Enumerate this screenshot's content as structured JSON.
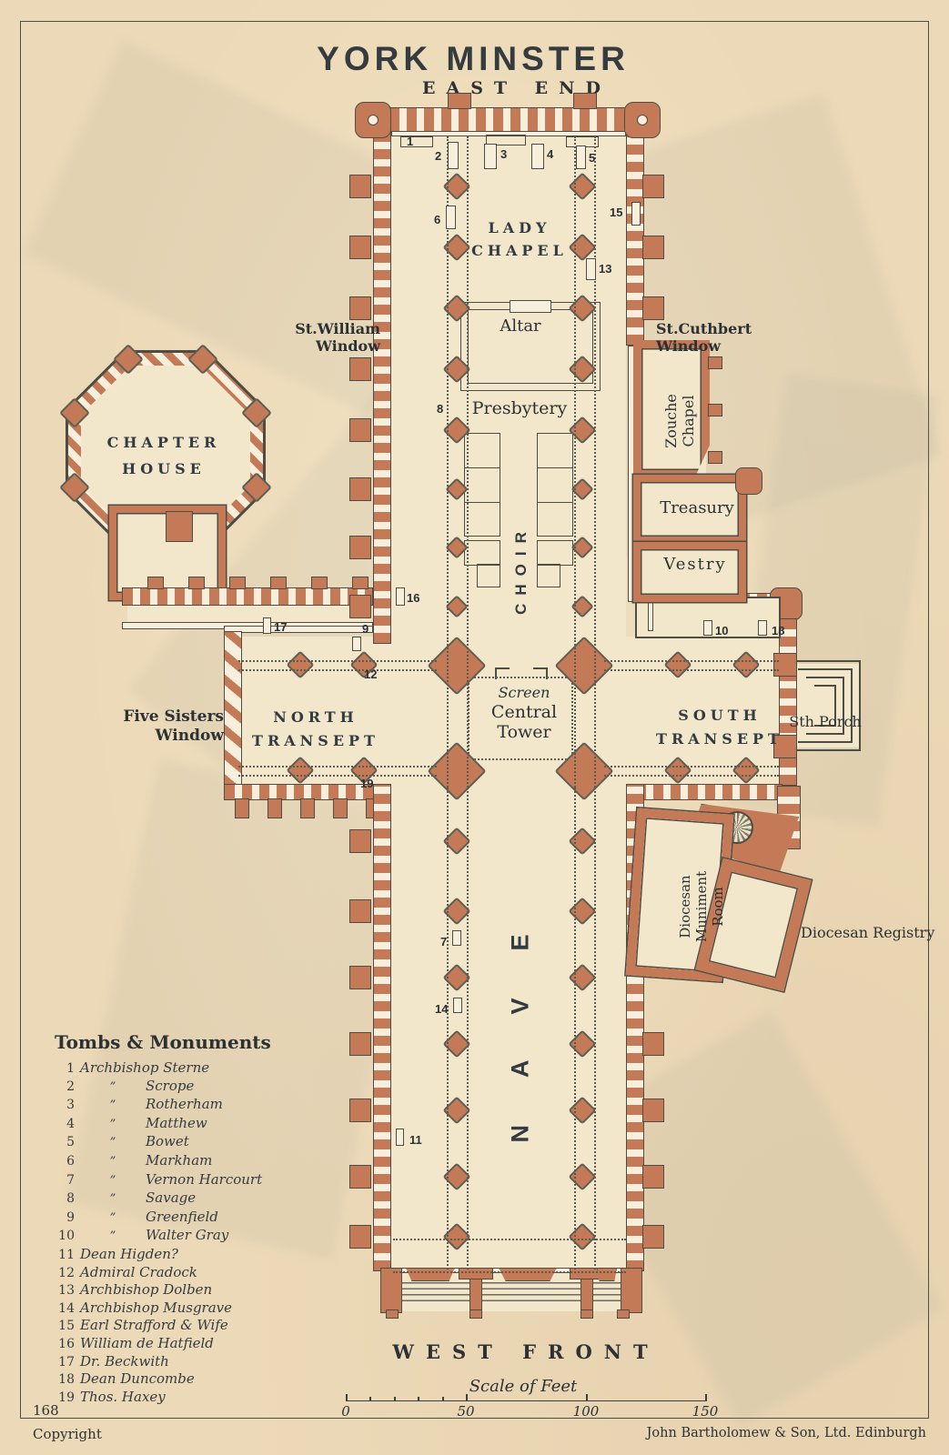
{
  "title": "YORK MINSTER",
  "orientation": {
    "top": "EAST END",
    "bottom": "WEST FRONT"
  },
  "plan": {
    "labels": {
      "lady_chapel": [
        "LADY",
        "CHAPEL"
      ],
      "altar": "Altar",
      "presbytery": "Presbytery",
      "choir": "CHOIR",
      "screen": "Screen",
      "central_tower": [
        "Central",
        "Tower"
      ],
      "chapter_house": [
        "CHAPTER",
        "HOUSE"
      ],
      "north_transept": [
        "NORTH",
        "TRANSEPT"
      ],
      "south_transept": [
        "SOUTH",
        "TRANSEPT"
      ],
      "south_porch": "Sth Porch",
      "nave": "NAVE",
      "zouche_chapel": [
        "Zouche",
        "Chapel"
      ],
      "treasury": "Treasury",
      "vestry": "Vestry",
      "muniment_room": [
        "Diocesan",
        "Muniment",
        "Room"
      ],
      "diocesan_registry": "Diocesan Registry",
      "st_william_window": [
        "St.William",
        "Window"
      ],
      "st_cuthbert_window": [
        "St.Cuthbert",
        "Window"
      ],
      "five_sisters_window": [
        "Five Sisters",
        "Window"
      ]
    },
    "marker_numbers": [
      "1",
      "2",
      "3",
      "4",
      "5",
      "6",
      "15",
      "13",
      "8",
      "16",
      "17",
      "9",
      "12",
      "10",
      "18",
      "19",
      "7",
      "14",
      "11"
    ]
  },
  "legend": {
    "title": "Tombs & Monuments",
    "ditto_mark": "”",
    "items": [
      {
        "no": "1",
        "name": "Archbishop Sterne",
        "ditto": false
      },
      {
        "no": "2",
        "name": "Scrope",
        "ditto": true
      },
      {
        "no": "3",
        "name": "Rotherham",
        "ditto": true
      },
      {
        "no": "4",
        "name": "Matthew",
        "ditto": true
      },
      {
        "no": "5",
        "name": "Bowet",
        "ditto": true
      },
      {
        "no": "6",
        "name": "Markham",
        "ditto": true
      },
      {
        "no": "7",
        "name": "Vernon Harcourt",
        "ditto": true
      },
      {
        "no": "8",
        "name": "Savage",
        "ditto": true
      },
      {
        "no": "9",
        "name": "Greenfield",
        "ditto": true
      },
      {
        "no": "10",
        "name": "Walter Gray",
        "ditto": true
      },
      {
        "no": "11",
        "name": "Dean Higden?",
        "ditto": false
      },
      {
        "no": "12",
        "name": "Admiral Cradock",
        "ditto": false
      },
      {
        "no": "13",
        "name": "Archbishop Dolben",
        "ditto": false
      },
      {
        "no": "14",
        "name": "Archbishop Musgrave",
        "ditto": false
      },
      {
        "no": "15",
        "name": "Earl Strafford & Wife",
        "ditto": false
      },
      {
        "no": "16",
        "name": "William de Hatfield",
        "ditto": false
      },
      {
        "no": "17",
        "name": "Dr. Beckwith",
        "ditto": false
      },
      {
        "no": "18",
        "name": "Dean Duncombe",
        "ditto": false
      },
      {
        "no": "19",
        "name": "Thos. Haxey",
        "ditto": false
      }
    ]
  },
  "scale": {
    "label": "Scale of Feet",
    "ticks": [
      "0",
      "50",
      "100",
      "150"
    ]
  },
  "footer": {
    "plate_number": "168",
    "copyright": "Copyright",
    "publisher": "John Bartholomew & Son, Ltd. Edinburgh"
  },
  "colors": {
    "paper": "#ecd9b7",
    "wall": "#c47a57",
    "ink": "#343b3f"
  }
}
